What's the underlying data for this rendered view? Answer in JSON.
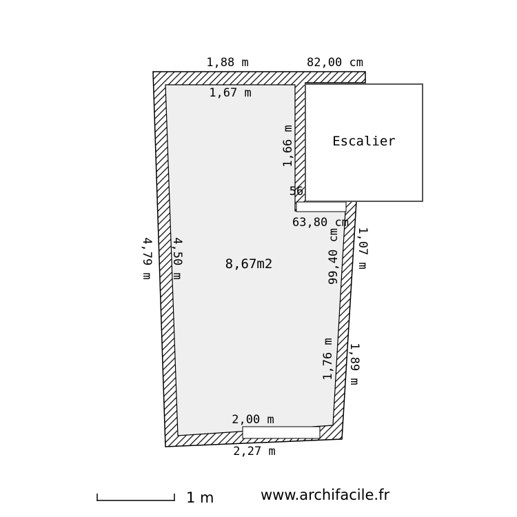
{
  "plan": {
    "area": "8,67m2",
    "stair_label": "Escalier",
    "dims": {
      "top_outer": "1,88 m",
      "top_stair": "82,00 cm",
      "top_inner": "1,67 m",
      "notch_vertical": "1,66 m",
      "notch_small": "56",
      "notch_bottom": "63,80 cm",
      "left_outer": "4,79 m",
      "left_inner": "4,50 m",
      "right_upper_inner": "99,40 cm",
      "right_upper_outer": "1,07 m",
      "right_lower_inner": "1,76 m",
      "right_lower_outer": "1,89 m",
      "bottom_inner": "2,00 m",
      "bottom_outer": "2,27 m"
    }
  },
  "footer": {
    "scale_label": "1 m",
    "website": "www.archifacile.fr"
  }
}
